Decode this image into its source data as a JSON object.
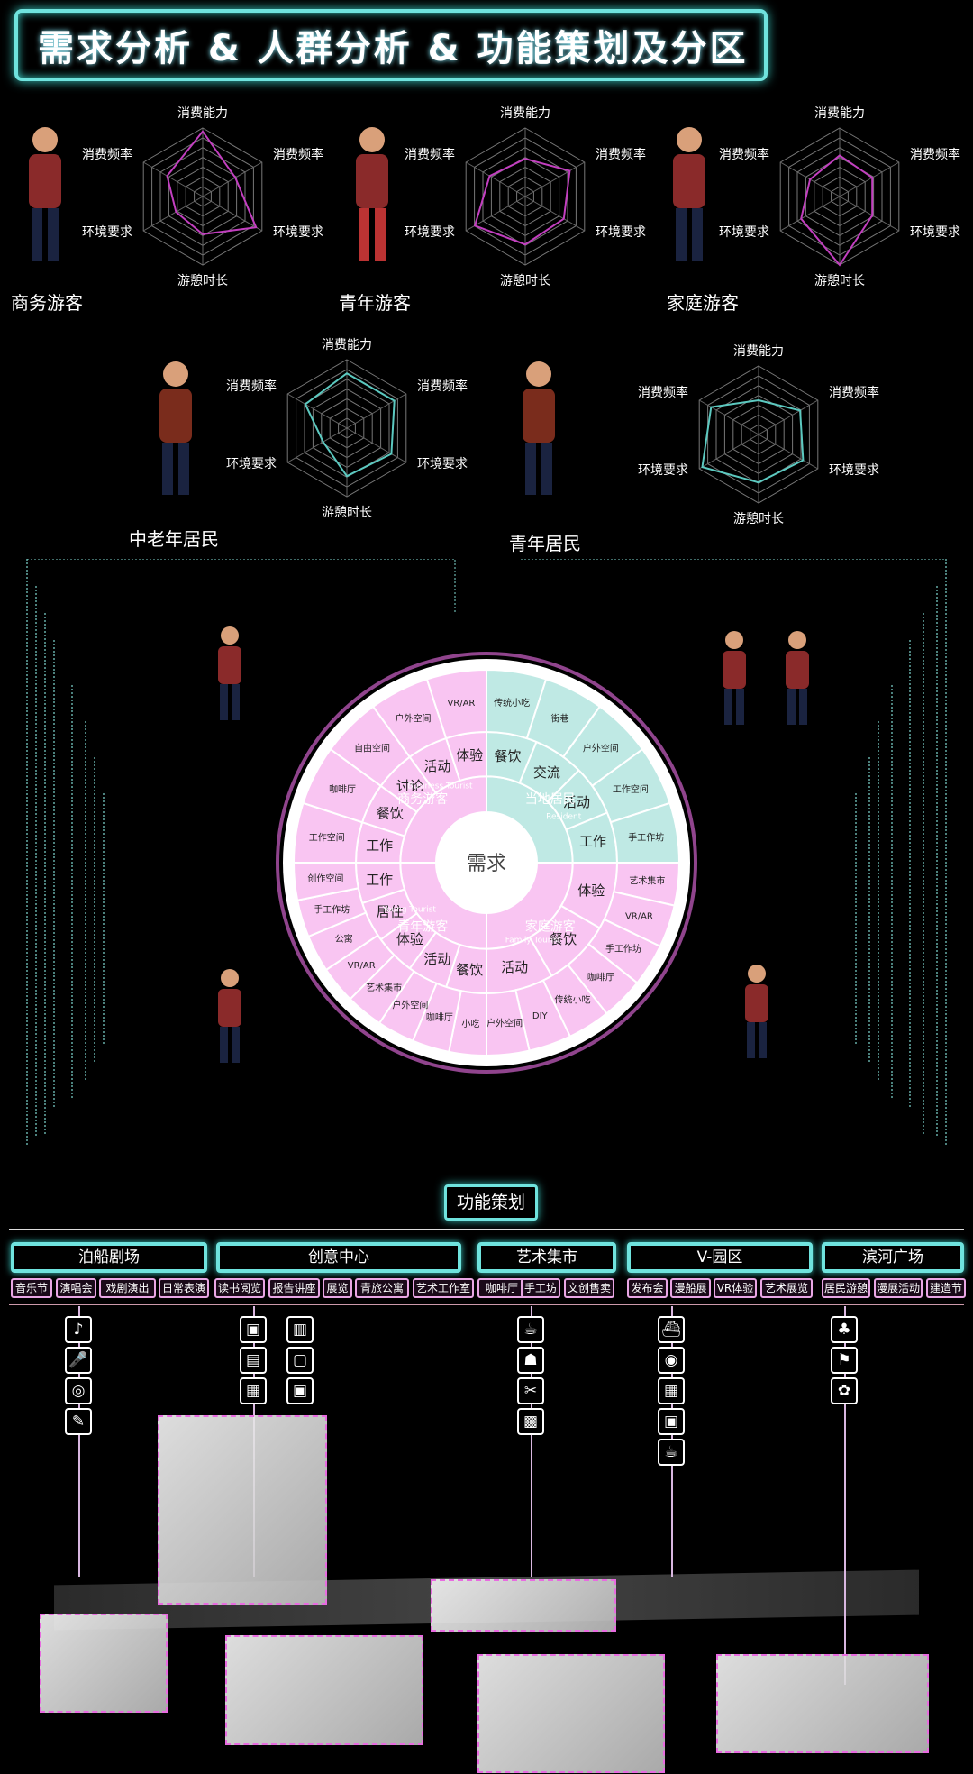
{
  "title": "需求分析 & 人群分析 & 功能策划及分区",
  "radar_axes": [
    "消费能力",
    "消费频率",
    "环境要求",
    "游憩时长",
    "环境要求",
    "消费频率"
  ],
  "personas": [
    {
      "label": "商务游客",
      "values": [
        0.95,
        0.55,
        0.9,
        0.55,
        0.45,
        0.6
      ],
      "color": "#c33fc0"
    },
    {
      "label": "青年游客",
      "values": [
        0.55,
        0.75,
        0.65,
        0.7,
        0.85,
        0.6
      ],
      "color": "#c33fc0"
    },
    {
      "label": "家庭游客",
      "values": [
        0.6,
        0.55,
        0.55,
        1.0,
        0.65,
        0.5
      ],
      "color": "#c33fc0"
    },
    {
      "label": "中老年居民",
      "values": [
        0.8,
        0.8,
        0.75,
        0.7,
        0.4,
        0.7
      ],
      "color": "#5cc9c0"
    },
    {
      "label": "青年居民",
      "values": [
        0.5,
        0.7,
        0.75,
        0.7,
        0.95,
        0.8
      ],
      "color": "#5cc9c0"
    }
  ],
  "wheel": {
    "center": "需求",
    "quadrants": [
      {
        "name": "商务游客",
        "en": "Business Tourist",
        "color": "#f9c5f2",
        "inner": [
          "工作",
          "餐饮",
          "讨论",
          "活动",
          "体验"
        ],
        "outer": [
          "工作空间",
          "咖啡厅",
          "自由空间",
          "户外空间",
          "VR/AR"
        ]
      },
      {
        "name": "当地居民",
        "en": "Resident",
        "color": "#bfe9e4",
        "inner": [
          "餐饮",
          "交流",
          "活动",
          "工作"
        ],
        "outer": [
          "传统小吃",
          "街巷",
          "户外空间",
          "工作空间",
          "手工作坊"
        ]
      },
      {
        "name": "家庭游客",
        "en": "Family Tourist",
        "color": "#f9c5f2",
        "inner": [
          "体验",
          "餐饮",
          "活动"
        ],
        "outer": [
          "艺术集市",
          "VR/AR",
          "手工作坊",
          "咖啡厅",
          "传统小吃",
          "DIY",
          "户外空间"
        ]
      },
      {
        "name": "青年游客",
        "en": "Young Tourist",
        "color": "#f9c5f2",
        "inner": [
          "餐饮",
          "活动",
          "体验",
          "居住",
          "工作"
        ],
        "outer": [
          "小吃",
          "咖啡厅",
          "户外空间",
          "艺术集市",
          "VR/AR",
          "公寓",
          "手工作坊",
          "创作空间"
        ]
      }
    ]
  },
  "function_title": "功能策划",
  "zones": [
    {
      "name": "泊船剧场",
      "tags": [
        "音乐节",
        "演唱会",
        "戏剧演出",
        "日常表演"
      ],
      "icons": [
        "♪",
        "🎤",
        "◎",
        "✎"
      ]
    },
    {
      "name": "创意中心",
      "tags": [
        "读书阅览",
        "报告讲座",
        "展览",
        "青旅公寓",
        "艺术工作室"
      ],
      "icons": [
        "▣",
        "▤",
        "▦",
        "▥",
        "▢",
        "▣"
      ]
    },
    {
      "name": "艺术集市",
      "tags": [
        "咖啡厅",
        "手工坊",
        "文创售卖"
      ],
      "icons": [
        "☕",
        "☗",
        "✂",
        "▩"
      ]
    },
    {
      "name": "V-园区",
      "tags": [
        "发布会",
        "漫船展",
        "VR体验",
        "艺术展览"
      ],
      "icons": [
        "⛴",
        "◉",
        "▦",
        "▣",
        "☕"
      ]
    },
    {
      "name": "滨河广场",
      "tags": [
        "居民游憩",
        "漫展活动",
        "建造节"
      ],
      "icons": [
        "♣",
        "⚑",
        "✿"
      ]
    }
  ]
}
